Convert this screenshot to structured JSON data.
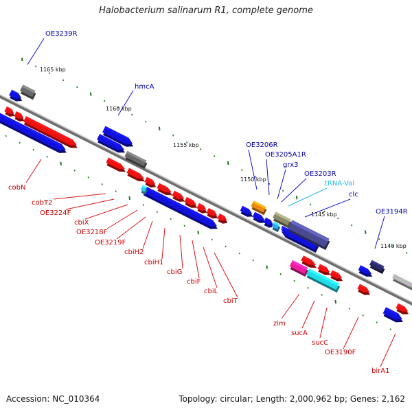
{
  "title": "Halobacterium salinarum R1, complete genome",
  "footer": {
    "accession": "Accession: NC_010364",
    "topology": "Topology: circular; Length: 2,000,962 bp; Genes: 2,162"
  },
  "colors": {
    "forward_strand_gene": "#ee1111",
    "reverse_strand_gene": "#1111dd",
    "backbone": "#8c8c8c",
    "tick": "#1a7a1a",
    "label_red": "#cc0000",
    "label_blue": "#0000aa",
    "label_cyan": "#22bbdd"
  },
  "scale_marks": [
    {
      "label": "1165 kbp"
    },
    {
      "label": "1160 kbp"
    },
    {
      "label": "1155 kbp"
    },
    {
      "label": "1150 kbp"
    },
    {
      "label": "1145 kbp"
    },
    {
      "label": "1140 kbp"
    }
  ],
  "upper_labels": [
    {
      "text": "OE3239R"
    },
    {
      "text": "hmcA"
    },
    {
      "text": "OE3206R"
    },
    {
      "text": "OE3205A1R"
    },
    {
      "text": "grx3"
    },
    {
      "text": "OE3203R"
    },
    {
      "text": "tRNA-Val"
    },
    {
      "text": "clc"
    },
    {
      "text": "OE3194R"
    }
  ],
  "lower_labels": [
    {
      "text": "cobN"
    },
    {
      "text": "cobT2"
    },
    {
      "text": "OE3224F"
    },
    {
      "text": "cbiX"
    },
    {
      "text": "OE3218F"
    },
    {
      "text": "OE3219F"
    },
    {
      "text": "cbiH2"
    },
    {
      "text": "cbiH1"
    },
    {
      "text": "cbiG"
    },
    {
      "text": "cbiF"
    },
    {
      "text": "cbiL"
    },
    {
      "text": "cbiT"
    },
    {
      "text": "zim"
    },
    {
      "text": "sucA"
    },
    {
      "text": "sucC"
    },
    {
      "text": "OE3190F"
    },
    {
      "text": "birA1"
    }
  ]
}
